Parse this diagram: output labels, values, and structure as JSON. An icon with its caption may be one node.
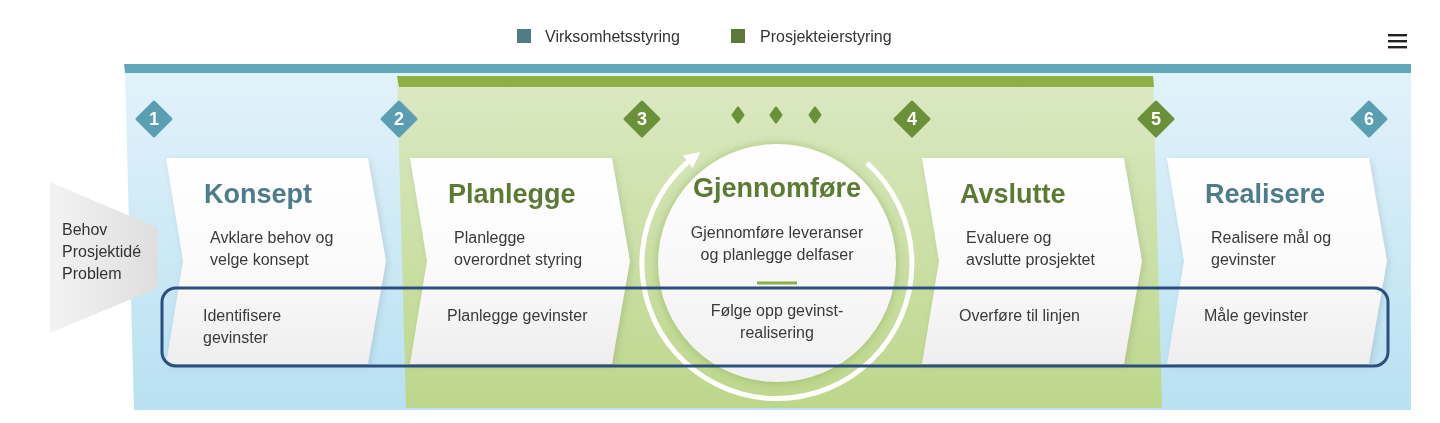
{
  "diagram": {
    "nodes": [
      {
        "text": [
          "1"
        ]
      },
      {
        "text": [
          "2"
        ]
      },
      {
        "text": [
          "3"
        ]
      },
      {
        "text": [],
        "shape": "diamond"
      },
      {
        "text": [],
        "shape": "diamond"
      },
      {
        "text": [],
        "shape": "diamond"
      },
      {
        "text": [
          "4"
        ]
      },
      {
        "text": [
          "5"
        ]
      },
      {
        "text": [
          "6"
        ]
      },
      {
        "text": [
          "Behov",
          "Prosjektidé",
          "Problem"
        ]
      },
      {
        "text": [
          "Konsept",
          "Avklare behov og velge konsept",
          "Identifisere gevinster"
        ]
      },
      {
        "text": [
          "Planlegge",
          "Planlegge overordnet styring",
          "Planlegge gevinster"
        ]
      },
      {
        "text": [
          "Gjennomføre",
          "Gjennomføre leveranser og planlegge delfaser",
          "Følge opp gevinst-realisering"
        ]
      },
      {
        "text": [
          "Avslutte",
          "Evaluere og avslutte prosjektet",
          "Overføre til linjen"
        ]
      },
      {
        "text": [
          "Realisere",
          "Realisere mål og gevinster",
          "Måle gevinster"
        ]
      }
    ],
    "legend": [
      {
        "text": "Virksomhetsstyring",
        "color": "#527b88"
      },
      {
        "text": "Prosjekteierstyring",
        "color": "#5b7a3a"
      }
    ]
  }
}
